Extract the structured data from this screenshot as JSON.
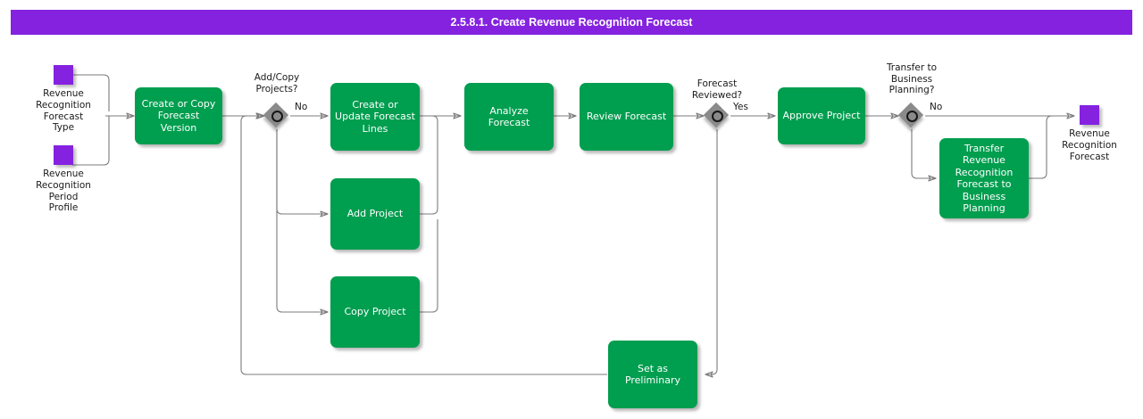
{
  "header": {
    "title": "2.5.8.1. Create Revenue Recognition Forecast",
    "background_color": "#8422e0",
    "text_color": "#ffffff"
  },
  "theme": {
    "process_fill": "#009E4F",
    "process_text": "#ffffff",
    "entity_fill": "#8422e0",
    "gateway_fill": "#8a8a8a",
    "gateway_ring": "#161616",
    "connector": "#7b7b7b",
    "canvas": "#ffffff"
  },
  "entities": [
    {
      "id": "revenue-recognition-forecast-type",
      "label": "Revenue\nRecognition\nForecast\nType"
    },
    {
      "id": "revenue-recognition-period-profile",
      "label": "Revenue\nRecognition\nPeriod\nProfile"
    },
    {
      "id": "revenue-recognition-forecast",
      "label": "Revenue\nRecognition\nForecast"
    }
  ],
  "processes": [
    {
      "id": "create-or-copy-forecast-version",
      "label": "Create or Copy\nForecast Version"
    },
    {
      "id": "create-or-update-forecast-lines",
      "label": "Create or\nUpdate Forecast\nLines"
    },
    {
      "id": "add-project",
      "label": "Add Project"
    },
    {
      "id": "copy-project",
      "label": "Copy Project"
    },
    {
      "id": "analyze-forecast",
      "label": "Analyze\nForecast"
    },
    {
      "id": "review-forecast",
      "label": "Review Forecast"
    },
    {
      "id": "approve-project",
      "label": "Approve Project"
    },
    {
      "id": "transfer-revenue-recognition-forecast-to-business-planning",
      "label": "Transfer\nRevenue\nRecognition\nForecast to\nBusiness\nPlanning"
    },
    {
      "id": "set-as-preliminary",
      "label": "Set as\nPreliminary"
    }
  ],
  "gateways": [
    {
      "id": "add-copy-projects",
      "label": "Add/Copy\nProjects?",
      "branch_label": "No"
    },
    {
      "id": "forecast-reviewed",
      "label": "Forecast\nReviewed?",
      "branch_label": "Yes"
    },
    {
      "id": "transfer-to-business-planning",
      "label": "Transfer to\nBusiness\nPlanning?",
      "branch_label": "No"
    }
  ],
  "chart_data": {
    "type": "diagram",
    "title": "2.5.8.1. Create Revenue Recognition Forecast",
    "notation": "BPMN-style process flow",
    "nodes": [
      {
        "id": "revenue-recognition-forecast-type",
        "type": "data-object",
        "label": "Revenue Recognition Forecast Type"
      },
      {
        "id": "revenue-recognition-period-profile",
        "type": "data-object",
        "label": "Revenue Recognition Period Profile"
      },
      {
        "id": "create-or-copy-forecast-version",
        "type": "task",
        "label": "Create or Copy Forecast Version"
      },
      {
        "id": "add-copy-projects",
        "type": "gateway",
        "label": "Add/Copy Projects?"
      },
      {
        "id": "create-or-update-forecast-lines",
        "type": "task",
        "label": "Create or Update Forecast Lines"
      },
      {
        "id": "add-project",
        "type": "task",
        "label": "Add Project"
      },
      {
        "id": "copy-project",
        "type": "task",
        "label": "Copy Project"
      },
      {
        "id": "analyze-forecast",
        "type": "task",
        "label": "Analyze Forecast"
      },
      {
        "id": "review-forecast",
        "type": "task",
        "label": "Review Forecast"
      },
      {
        "id": "forecast-reviewed",
        "type": "gateway",
        "label": "Forecast Reviewed?"
      },
      {
        "id": "set-as-preliminary",
        "type": "task",
        "label": "Set as Preliminary"
      },
      {
        "id": "approve-project",
        "type": "task",
        "label": "Approve Project"
      },
      {
        "id": "transfer-to-business-planning",
        "type": "gateway",
        "label": "Transfer to Business Planning?"
      },
      {
        "id": "transfer-revenue-recognition-forecast-to-business-planning",
        "type": "task",
        "label": "Transfer Revenue Recognition Forecast to Business Planning"
      },
      {
        "id": "revenue-recognition-forecast",
        "type": "data-object",
        "label": "Revenue Recognition Forecast"
      }
    ],
    "edges": [
      {
        "from": "revenue-recognition-forecast-type",
        "to": "create-or-copy-forecast-version",
        "label": ""
      },
      {
        "from": "revenue-recognition-period-profile",
        "to": "create-or-copy-forecast-version",
        "label": ""
      },
      {
        "from": "create-or-copy-forecast-version",
        "to": "add-copy-projects",
        "label": ""
      },
      {
        "from": "add-copy-projects",
        "to": "create-or-update-forecast-lines",
        "label": "No"
      },
      {
        "from": "add-copy-projects",
        "to": "add-project",
        "label": ""
      },
      {
        "from": "add-copy-projects",
        "to": "copy-project",
        "label": ""
      },
      {
        "from": "add-project",
        "to": "create-or-update-forecast-lines",
        "label": ""
      },
      {
        "from": "copy-project",
        "to": "create-or-update-forecast-lines",
        "label": ""
      },
      {
        "from": "create-or-update-forecast-lines",
        "to": "analyze-forecast",
        "label": ""
      },
      {
        "from": "analyze-forecast",
        "to": "review-forecast",
        "label": ""
      },
      {
        "from": "review-forecast",
        "to": "forecast-reviewed",
        "label": ""
      },
      {
        "from": "forecast-reviewed",
        "to": "approve-project",
        "label": "Yes"
      },
      {
        "from": "forecast-reviewed",
        "to": "set-as-preliminary",
        "label": ""
      },
      {
        "from": "set-as-preliminary",
        "to": "add-copy-projects",
        "label": ""
      },
      {
        "from": "approve-project",
        "to": "transfer-to-business-planning",
        "label": ""
      },
      {
        "from": "transfer-to-business-planning",
        "to": "revenue-recognition-forecast",
        "label": "No"
      },
      {
        "from": "transfer-to-business-planning",
        "to": "transfer-revenue-recognition-forecast-to-business-planning",
        "label": ""
      },
      {
        "from": "transfer-revenue-recognition-forecast-to-business-planning",
        "to": "revenue-recognition-forecast",
        "label": ""
      }
    ]
  }
}
